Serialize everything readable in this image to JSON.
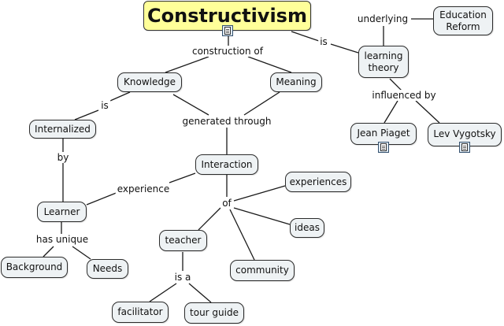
{
  "concepts": {
    "constructivism": "Constructivism",
    "education_reform": "Education Reform",
    "learning_theory": "learning theory",
    "knowledge": "Knowledge",
    "meaning": "Meaning",
    "internalized": "Internalized",
    "jean_piaget": "Jean Piaget",
    "lev_vygotsky": "Lev Vygotsky",
    "interaction": "Interaction",
    "experiences": "experiences",
    "learner": "Learner",
    "ideas": "ideas",
    "teacher": "teacher",
    "background": "Background",
    "needs": "Needs",
    "community": "community",
    "facilitator": "facilitator",
    "tour_guide": "tour guide"
  },
  "link_labels": {
    "underlying": "underlying",
    "is_top": "is",
    "construction_of": "construction of",
    "influenced_by": "influenced by",
    "is_left": "is",
    "generated_through": "generated through",
    "by": "by",
    "experience": "experience",
    "of": "of",
    "has_unique": "has unique",
    "is_a": "is a"
  },
  "colors": {
    "title_fill": "#ffff99",
    "node_fill": "#eef2f4",
    "node_border": "#2b2b2b",
    "link_color": "#1a1a1a"
  },
  "icons": [
    "document-icon",
    "document-icon",
    "document-icon"
  ]
}
